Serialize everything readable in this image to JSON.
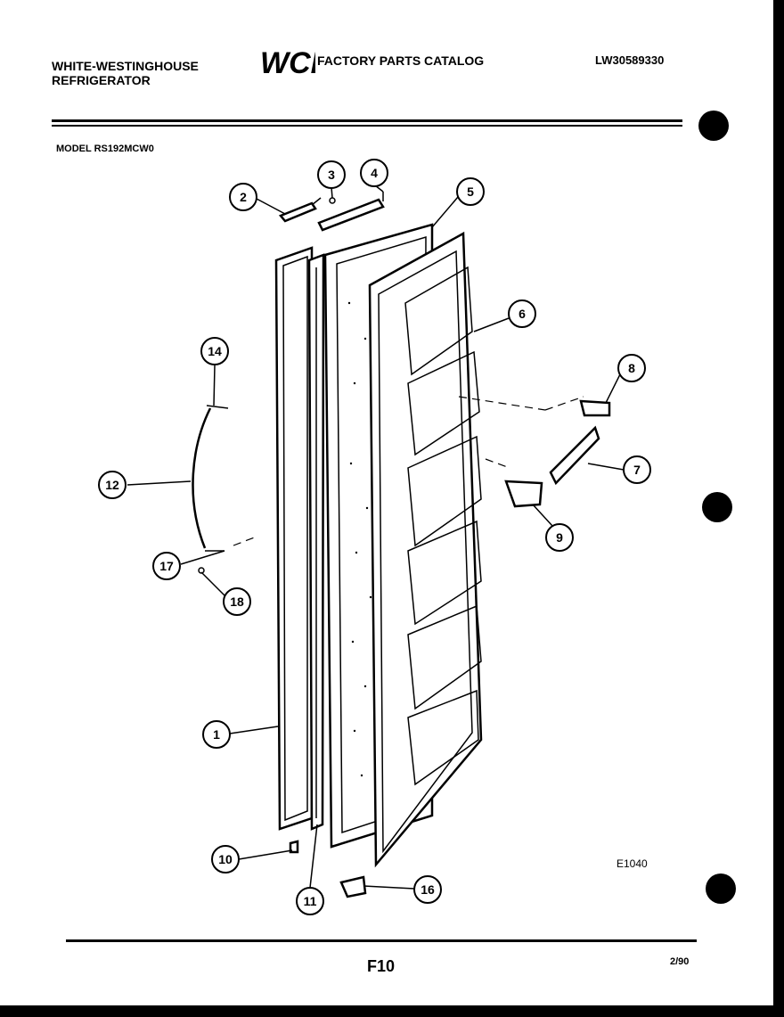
{
  "header": {
    "brand_line1": "WHITE-WESTINGHOUSE",
    "brand_line2": "REFRIGERATOR",
    "logo_text": "WCI",
    "catalog_title": "FACTORY PARTS CATALOG",
    "document_number": "LW30589330"
  },
  "model": "MODEL RS192MCW0",
  "figure_code": "E1040",
  "footer": {
    "page_code": "F10",
    "date": "2/90"
  },
  "callouts": [
    "1",
    "2",
    "3",
    "4",
    "5",
    "6",
    "7",
    "8",
    "9",
    "10",
    "11",
    "12",
    "14",
    "16",
    "17",
    "18"
  ]
}
